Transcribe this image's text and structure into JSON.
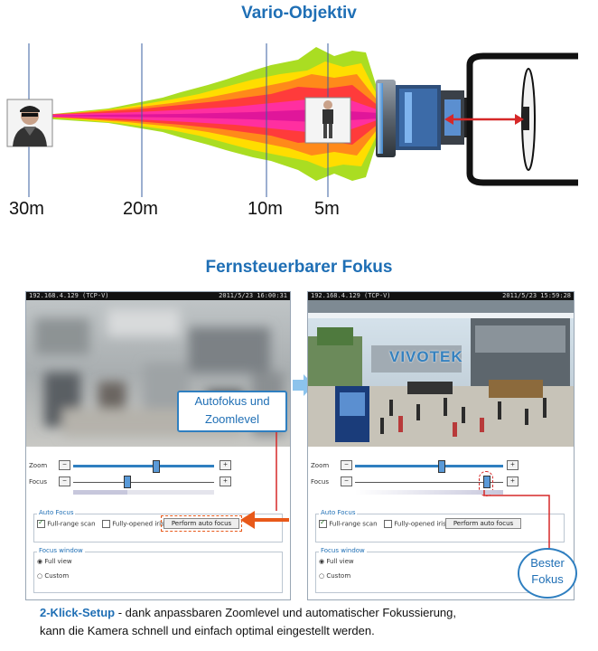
{
  "titles": {
    "top": "Vario-Objektiv",
    "middle": "Fernsteuerbarer Fokus"
  },
  "distances": [
    "30m",
    "20m",
    "10m",
    "5m"
  ],
  "panels": {
    "left": {
      "ip": "192.168.4.129 (TCP-V)",
      "datetime": "2011/5/23 16:00:31"
    },
    "right": {
      "ip": "192.168.4.129 (TCP-V)",
      "datetime": "2011/5/23 15:59:28",
      "watermark": "VIVOTEK"
    },
    "controls": {
      "zoom": "Zoom",
      "focus": "Focus",
      "minus": "−",
      "plus": "+",
      "auto_focus_title": "Auto Focus",
      "full_range": "Full-range scan",
      "fully_opened": "Fully-opened iris",
      "perform_button": "Perform auto focus",
      "focus_window_title": "Focus window",
      "full_view": "Full view",
      "custom": "Custom"
    }
  },
  "callouts": {
    "autofokus_line1": "Autofokus und",
    "autofokus_line2": "Zoomlevel",
    "bester_line1": "Bester",
    "bester_line2": "Fokus"
  },
  "footer": {
    "bold": "2-Klick-Setup",
    "line1": " - dank anpassbaren Zoomlevel und automatischer Fokussierung,",
    "line2": "kann die Kamera schnell und einfach optimal eingestellt werden."
  },
  "colors": {
    "accent": "#1f6fb5",
    "arrow_orange": "#e8591a",
    "marker_red": "#d62828"
  }
}
